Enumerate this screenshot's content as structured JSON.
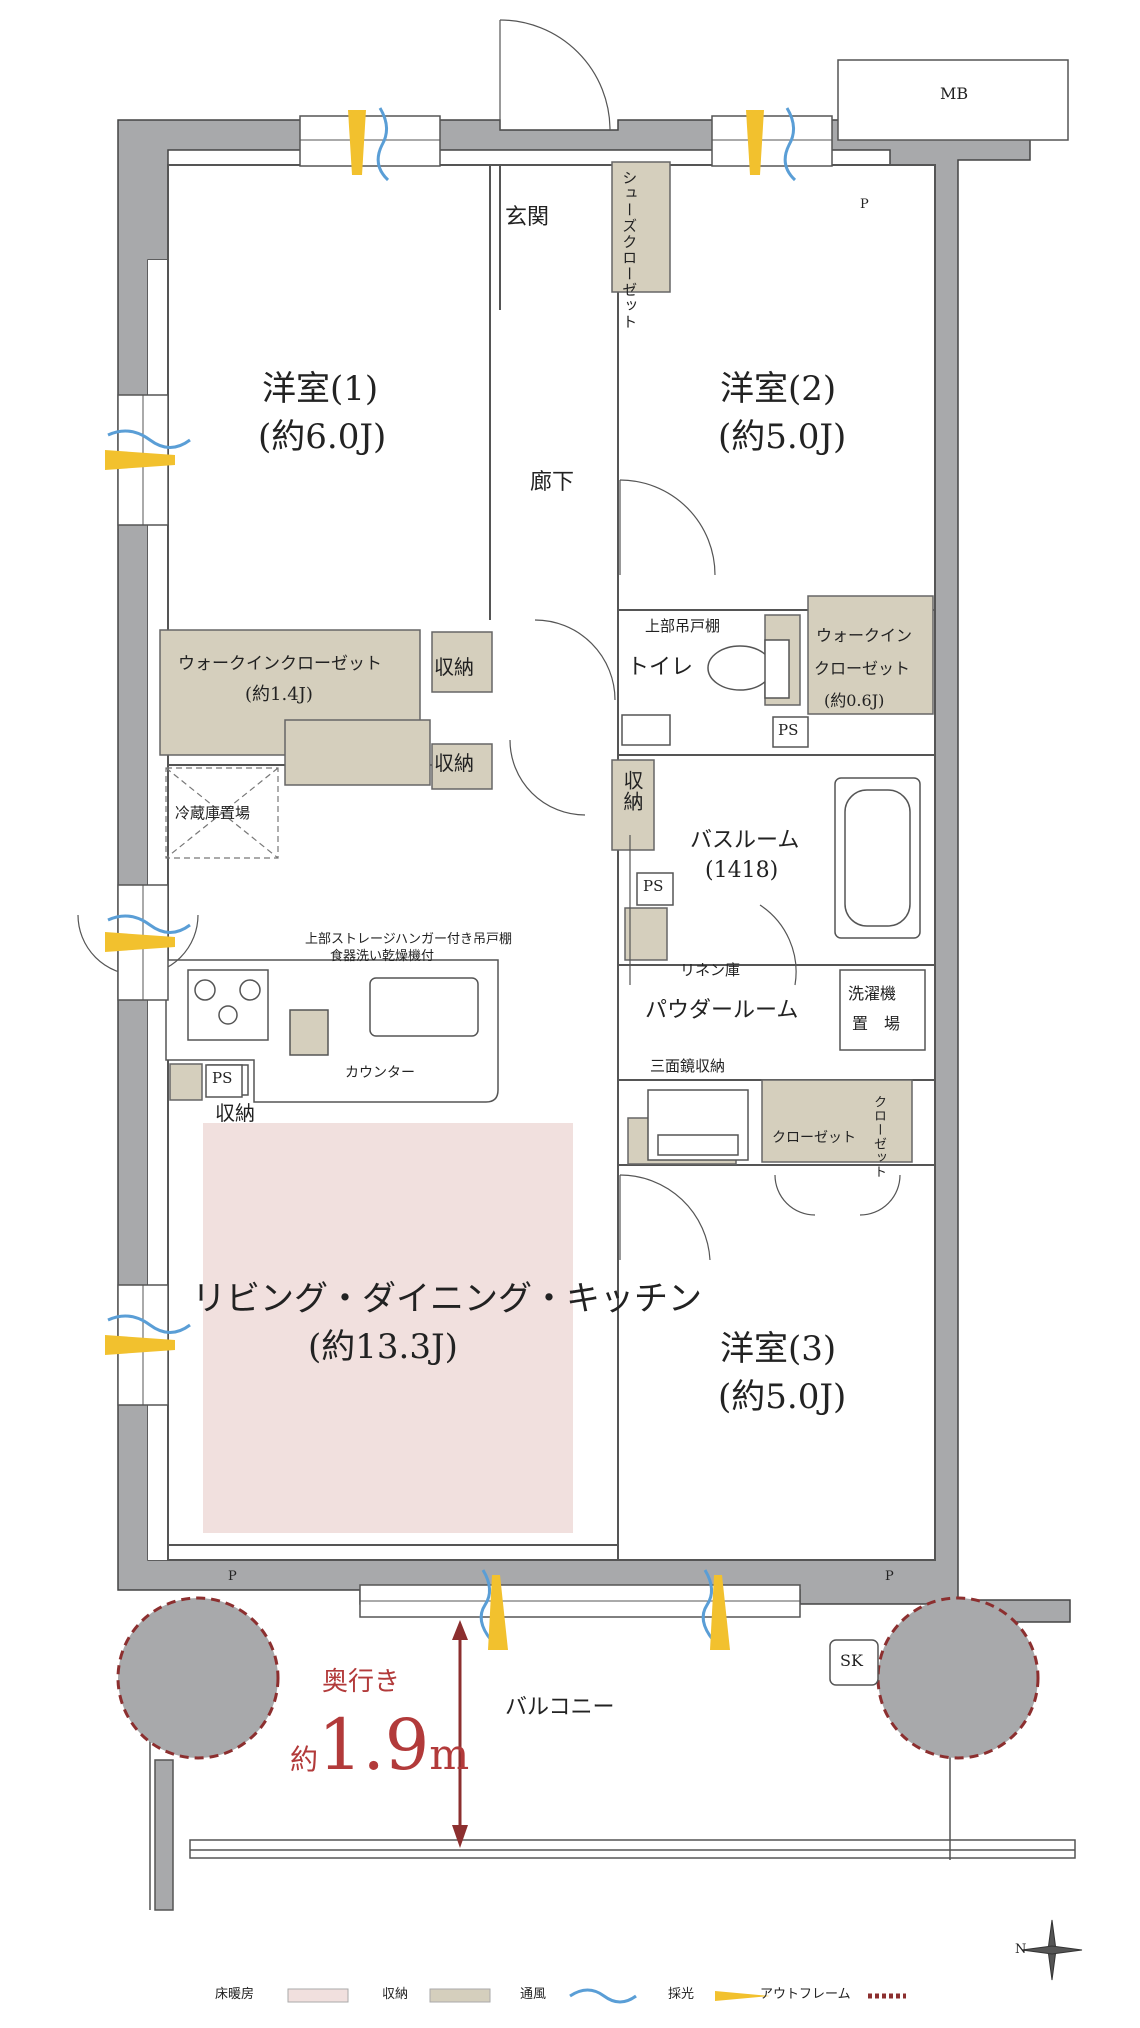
{
  "rooms": {
    "western1_name": "洋室(1)",
    "western1_size": "(約6.0J)",
    "western2_name": "洋室(2)",
    "western2_size": "(約5.0J)",
    "western3_name": "洋室(3)",
    "western3_size": "(約5.0J)",
    "ldk_name": "リビング・ダイニング・キッチン",
    "ldk_size": "(約13.3J)",
    "entrance": "玄関",
    "corridor": "廊下",
    "toilet": "トイレ",
    "bath_name": "バスルーム",
    "bath_size": "(1418)",
    "powder": "パウダールーム",
    "balcony": "バルコニー"
  },
  "storage": {
    "shoes_closet": "シューズクローゼット",
    "walkin1_name": "ウォークインクローゼット",
    "walkin1_size": "(約1.4J)",
    "walkin2_line1": "ウォークイン",
    "walkin2_line2": "クローゼット",
    "walkin2_size": "(約0.6J)",
    "storage_a": "収納",
    "storage_b": "収納",
    "storage_c": "収納",
    "storage_d": "収納",
    "closet": "クローゼット",
    "closet_small": "クローゼット",
    "linen": "リネン庫",
    "mirror_storage": "三面鏡収納",
    "upper_cabinet": "上部吊戸棚"
  },
  "fixtures": {
    "fridge": "冷蔵庫置場",
    "kitchen_note1": "上部ストレージハンガー付き吊戸棚",
    "kitchen_note2": "食器洗い乾燥機付",
    "counter": "カウンター",
    "ps1": "PS",
    "ps2": "PS",
    "ps3": "PS",
    "washer1": "洗濯機",
    "washer2": "置　場",
    "mb": "MB",
    "sk": "SK",
    "p1": "P",
    "p2": "P",
    "p3": "P"
  },
  "depth": {
    "label": "奥行き",
    "prefix": "約",
    "value": "1.9",
    "unit": "m"
  },
  "compass": "N",
  "legend": {
    "floor_heating": "床暖房",
    "storage": "収納",
    "ventilation": "通風",
    "daylight": "採光",
    "outframe": "アウトフレーム"
  },
  "colors": {
    "wall": "#a8a9ab",
    "floor_heating": "#f1e0de",
    "storage_fill": "#d5cfbd",
    "ventilation": "#5a9ed6",
    "daylight": "#f2c12e",
    "outframe": "#8c2f2f",
    "depth_text": "#b23a3a"
  }
}
